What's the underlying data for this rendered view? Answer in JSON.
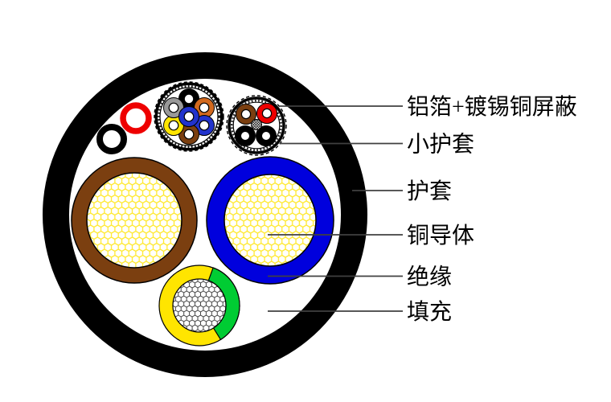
{
  "diagram": {
    "type": "cable-cross-section",
    "labels": [
      {
        "id": "shield",
        "text": "铝箔+镀锡铜屏蔽"
      },
      {
        "id": "small-sheath",
        "text": "小护套"
      },
      {
        "id": "sheath",
        "text": "护套"
      },
      {
        "id": "conductor",
        "text": "铜导体"
      },
      {
        "id": "insulation",
        "text": "绝缘"
      },
      {
        "id": "filling",
        "text": "填充"
      }
    ],
    "colors": {
      "sheath_black": "#000000",
      "interior_white": "#ffffff",
      "insulation_brown": "#7B3F10",
      "insulation_blue": "#0000DD",
      "ground_yellow": "#FFE500",
      "ground_green": "#00CC33",
      "core_red": "#EE0000",
      "core_black": "#000000",
      "core_orange": "#D2691E",
      "core_gray": "#999999",
      "core_yellow": "#FFE500",
      "core_blue": "#2233CC",
      "core_brown": "#7B3F10",
      "honeycomb_yellow": "#FFE930",
      "strand_gray": "#444444",
      "leader_line": "#404040",
      "label_text": "#000000"
    }
  }
}
